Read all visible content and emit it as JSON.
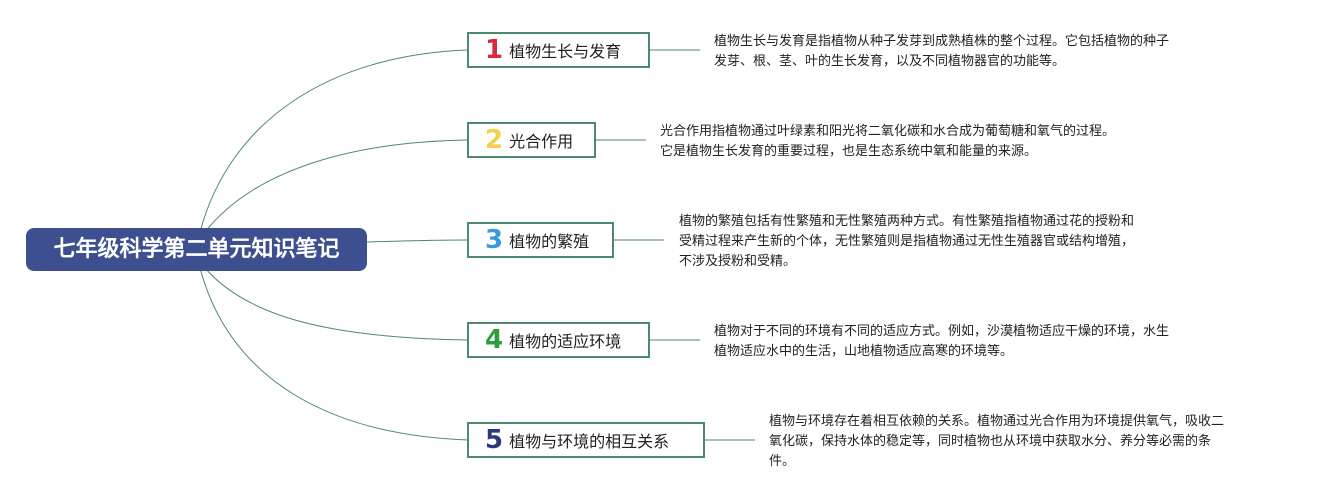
{
  "root": {
    "title": "七年级科学第二单元知识笔记"
  },
  "colors": {
    "root_bg": "#3d4f8e",
    "connector": "#4d8a6d",
    "num1": "#d62b3a",
    "num2": "#f2d04b",
    "num3": "#3a9ae0",
    "num4": "#2e9d3a",
    "num5": "#2c3a7a"
  },
  "topics": [
    {
      "number": "1",
      "label": "植物生长与发育",
      "description": [
        "植物生长与发育是指植物从种子发芽到成熟植株的整个过程。它包括植物的种子",
        "发芽、根、茎、叶的生长发育，以及不同植物器官的功能等。"
      ]
    },
    {
      "number": "2",
      "label": "光合作用",
      "description": [
        "光合作用指植物通过叶绿素和阳光将二氧化碳和水合成为葡萄糖和氧气的过程。",
        "它是植物生长发育的重要过程，也是生态系统中氧和能量的来源。"
      ]
    },
    {
      "number": "3",
      "label": "植物的繁殖",
      "description": [
        "植物的繁殖包括有性繁殖和无性繁殖两种方式。有性繁殖指植物通过花的授粉和",
        "受精过程来产生新的个体，无性繁殖则是指植物通过无性生殖器官或结构增殖，",
        "不涉及授粉和受精。"
      ]
    },
    {
      "number": "4",
      "label": "植物的适应环境",
      "description": [
        "植物对于不同的环境有不同的适应方式。例如，沙漠植物适应干燥的环境，水生",
        "植物适应水中的生活，山地植物适应高寒的环境等。"
      ]
    },
    {
      "number": "5",
      "label": "植物与环境的相互关系",
      "description": [
        "植物与环境存在着相互依赖的关系。植物通过光合作用为环境提供氧气，吸收二",
        "氧化碳，保持水体的稳定等，同时植物也从环境中获取水分、养分等必需的条",
        "件。"
      ]
    }
  ]
}
